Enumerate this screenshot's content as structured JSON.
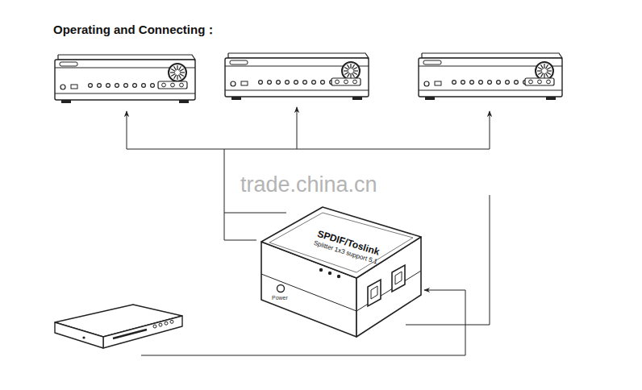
{
  "diagram": {
    "title": "Operating and Connecting：",
    "nodes": [
      {
        "text": [
          "SPDIF/Toslink",
          "Splitter 1x3 support 5.1"
        ]
      }
    ],
    "labels": [
      "trade.china.cn",
      "Power"
    ]
  }
}
